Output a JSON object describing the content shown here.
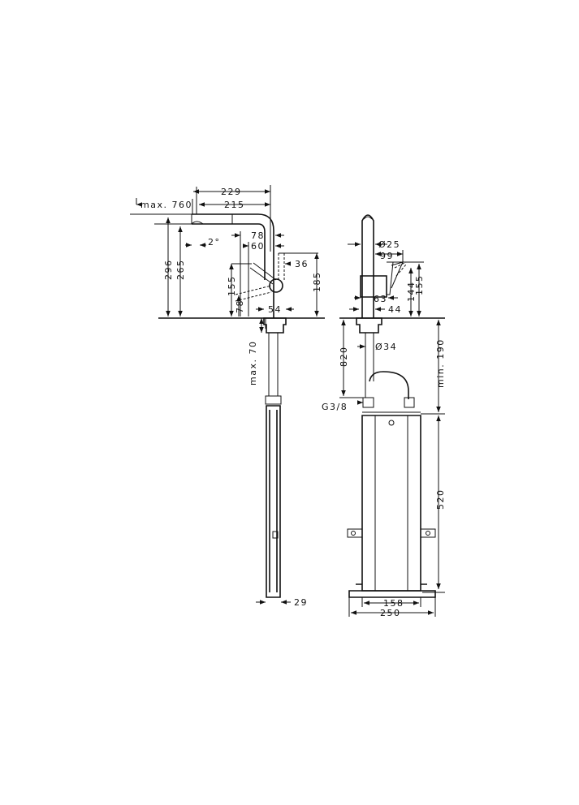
{
  "side_view": {
    "max_reach": "max. 760",
    "width_229": "229",
    "width_215": "215",
    "angle": "2°",
    "dim_78_top": "78",
    "dim_60": "60",
    "dim_36": "36",
    "height_296": "296",
    "height_265": "265",
    "dim_155": "155",
    "dim_78_bottom": "78",
    "height_185": "185",
    "dim_54": "54",
    "max_deck": "max. 70",
    "dim_29": "29"
  },
  "front_view": {
    "diameter_25": "Ø25",
    "dim_99": "99",
    "dim_63": "63",
    "dim_44": "44",
    "dim_144": "144",
    "dim_155": "155",
    "dim_820": "820",
    "diameter_34": "Ø34",
    "min_190": "min. 190",
    "thread": "G3/8",
    "height_520": "520",
    "width_158": "158",
    "width_250": "250"
  }
}
